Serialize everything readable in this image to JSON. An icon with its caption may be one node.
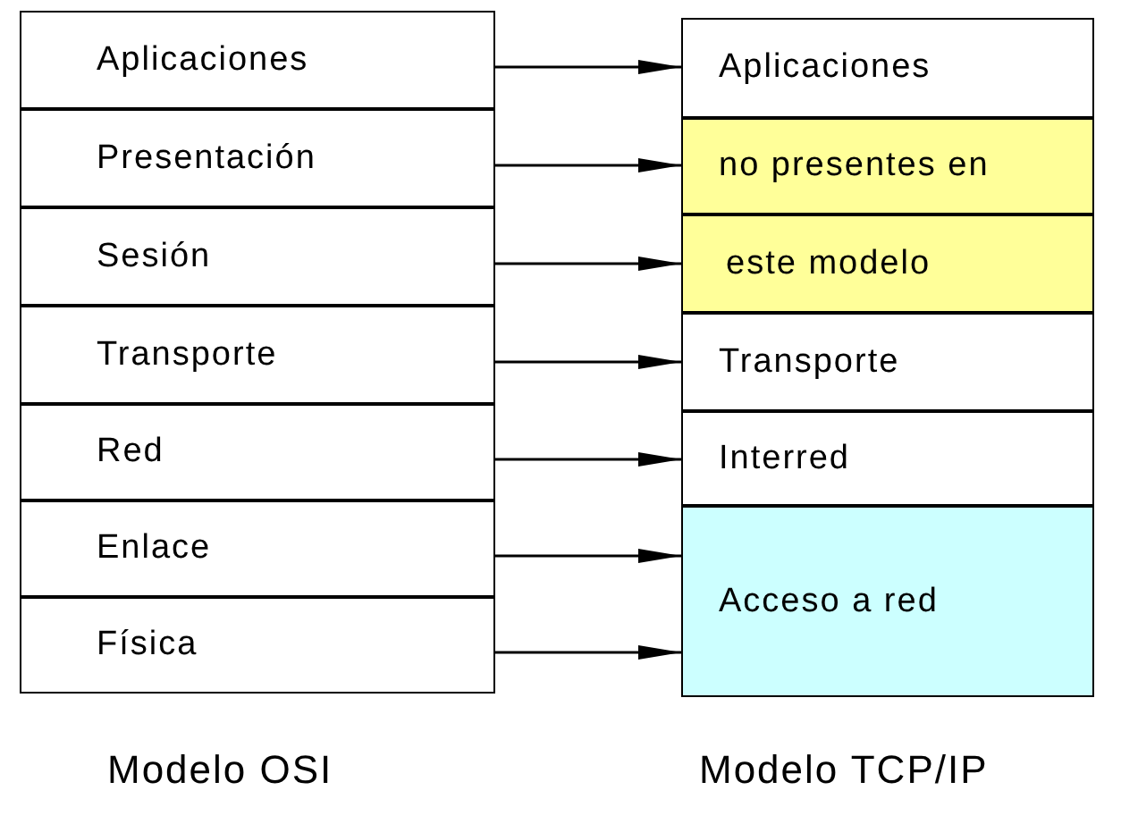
{
  "diagram": {
    "nodes": [
      {
        "text": [
          "Aplicaciones"
        ]
      },
      {
        "text": [
          "Presentación"
        ]
      },
      {
        "text": [
          "Sesión"
        ]
      },
      {
        "text": [
          "Transporte"
        ]
      },
      {
        "text": [
          "Red"
        ]
      },
      {
        "text": [
          "Enlace"
        ]
      },
      {
        "text": [
          "Física"
        ]
      },
      {
        "text": [
          "Aplicaciones"
        ]
      },
      {
        "text": [
          "no presentes en"
        ]
      },
      {
        "text": [
          "este modelo"
        ]
      },
      {
        "text": [
          "Transporte"
        ]
      },
      {
        "text": [
          "Interred"
        ]
      },
      {
        "text": [
          "Acceso a red"
        ]
      }
    ],
    "edges": [
      {
        "from": 0,
        "to": 7,
        "arrow": "to"
      },
      {
        "from": 1,
        "to": 8,
        "arrow": "to"
      },
      {
        "from": 2,
        "to": 9,
        "arrow": "to"
      },
      {
        "from": 3,
        "to": 10,
        "arrow": "to"
      },
      {
        "from": 4,
        "to": 11,
        "arrow": "to"
      },
      {
        "from": 5,
        "to": 12,
        "arrow": "to"
      },
      {
        "from": 6,
        "to": 12,
        "arrow": "to"
      }
    ],
    "labels": [
      "Modelo OSI",
      "Modelo TCP/IP"
    ]
  }
}
